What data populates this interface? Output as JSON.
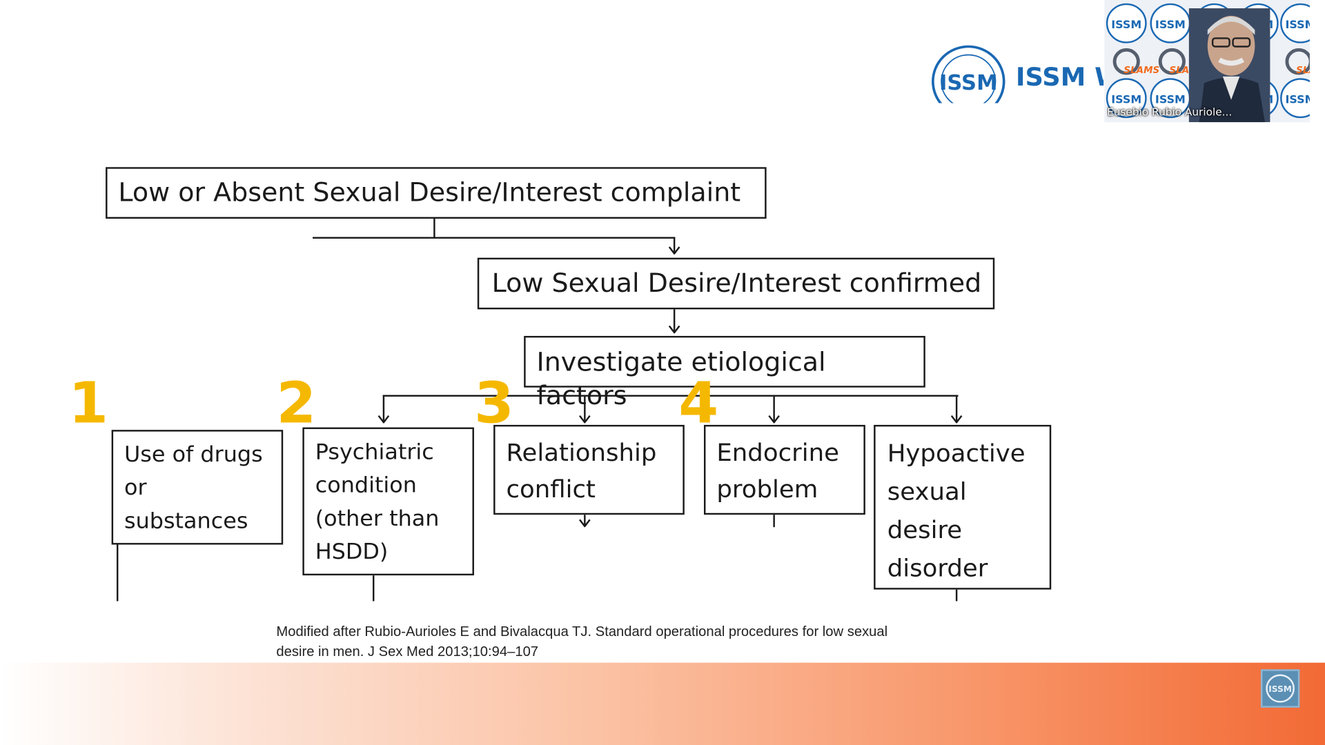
{
  "diagram": {
    "top_box": "Low or Absent Sexual Desire/Interest complaint",
    "confirm_box": "Low Sexual Desire/Interest confirmed",
    "investigate_box": "Investigate etiological factors",
    "factors": [
      {
        "number": "1",
        "label": "Use of drugs\nor\nsubstances"
      },
      {
        "number": "2",
        "label": "Psychiatric\ncondition\n(other than\nHSDD)"
      },
      {
        "number": "3",
        "label": "Relationship\nconflict"
      },
      {
        "number": "4",
        "label": "Endocrine\nproblem"
      },
      {
        "number": "",
        "label": "Hypoactive\nsexual\ndesire\ndisorder"
      }
    ],
    "number_color": "#f5b800"
  },
  "citation": "Modified after Rubio-Aurioles E and Bivalacqua TJ. Standard operational procedures for low sexual desire in men. J Sex Med 2013;10:94–107",
  "header": {
    "logo_text": "ISSM",
    "brand_text": "ISSM W",
    "brand_color": "#1a68b3"
  },
  "video": {
    "participant_name": "Eusebio Rubio Auriole...",
    "badge_text": "ISSM",
    "overlay_text": "SLAMS"
  },
  "footer": {
    "logo_text": "ISSM"
  }
}
